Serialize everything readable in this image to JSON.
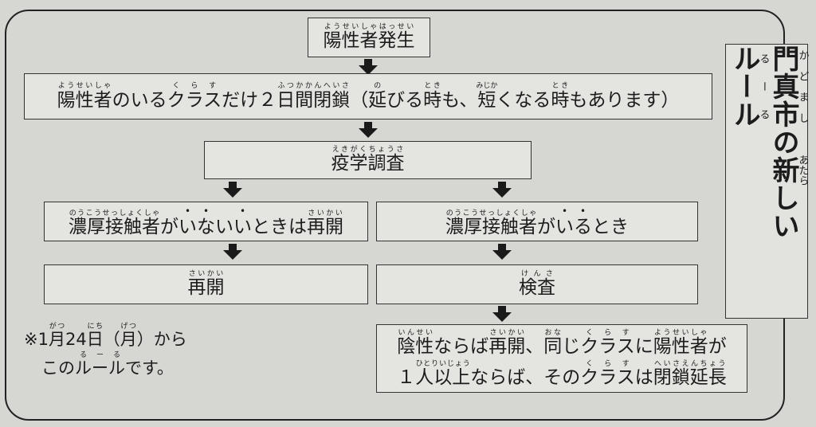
{
  "title": {
    "segments": [
      [
        "門真市",
        "かどまし"
      ],
      "の",
      [
        "新",
        "あたら"
      ],
      "しい",
      [
        "ルール",
        "るーる"
      ]
    ]
  },
  "boxes": {
    "outbreak": {
      "segments": [
        [
          "陽性者発生",
          "ようせいしゃはっせい"
        ]
      ]
    },
    "closure": {
      "segments": [
        [
          "陽性者",
          "ようせいしゃ"
        ],
        "のいる",
        [
          "クラス",
          "くらす"
        ],
        "だけ２",
        [
          "日間閉鎖",
          "ふつかかんへいさ"
        ],
        "（",
        [
          "延",
          "の"
        ],
        [
          "び",
          ""
        ],
        [
          "る",
          ""
        ],
        [
          "時",
          "とき"
        ],
        "も、",
        [
          "短",
          "みじか"
        ],
        "くなる",
        [
          "時",
          "とき"
        ],
        "もあります）"
      ]
    },
    "investigation": {
      "segments": [
        [
          "疫学調査",
          "えきがくちょうさ"
        ]
      ]
    },
    "no_contact": {
      "segments": [
        [
          "濃厚接触者",
          "のうこうせっしょくしゃ"
        ],
        "が",
        {
          "em": "いな"
        },
        "い",
        {
          "em": "い"
        },
        "ときは",
        [
          "再開",
          "さいかい"
        ]
      ]
    },
    "contact": {
      "segments": [
        [
          "濃厚接触者",
          "のうこうせっしょくしゃ"
        ],
        "が",
        {
          "em": "いる"
        },
        "とき"
      ]
    },
    "reopen": {
      "segments": [
        [
          "再開",
          "さいかい"
        ]
      ]
    },
    "test": {
      "segments": [
        [
          "検査",
          "けんさ"
        ]
      ]
    },
    "result_line1": {
      "segments": [
        [
          "陰性",
          "いんせい"
        ],
        "ならば",
        [
          "再開",
          "さいかい"
        ],
        "、",
        [
          "同",
          "おな"
        ],
        "じ",
        [
          "クラス",
          "くらす"
        ],
        "に",
        [
          "陽性者",
          "ようせいしゃ"
        ],
        "が"
      ]
    },
    "result_line2": {
      "segments": [
        "１",
        [
          "人以上",
          "ひとりいじょう"
        ],
        "ならば、その",
        [
          "クラス",
          "くらす"
        ],
        "は",
        [
          "閉鎖延長",
          "へいさえんちょう"
        ]
      ]
    }
  },
  "note": {
    "line1": {
      "segments": [
        "※1",
        [
          "月",
          "がつ"
        ],
        "24",
        [
          "日",
          "にち"
        ],
        "（",
        [
          "月",
          "げつ"
        ],
        "）から"
      ]
    },
    "line2": {
      "segments": [
        "この",
        [
          "ルール",
          "るーる"
        ],
        "です。"
      ]
    }
  }
}
